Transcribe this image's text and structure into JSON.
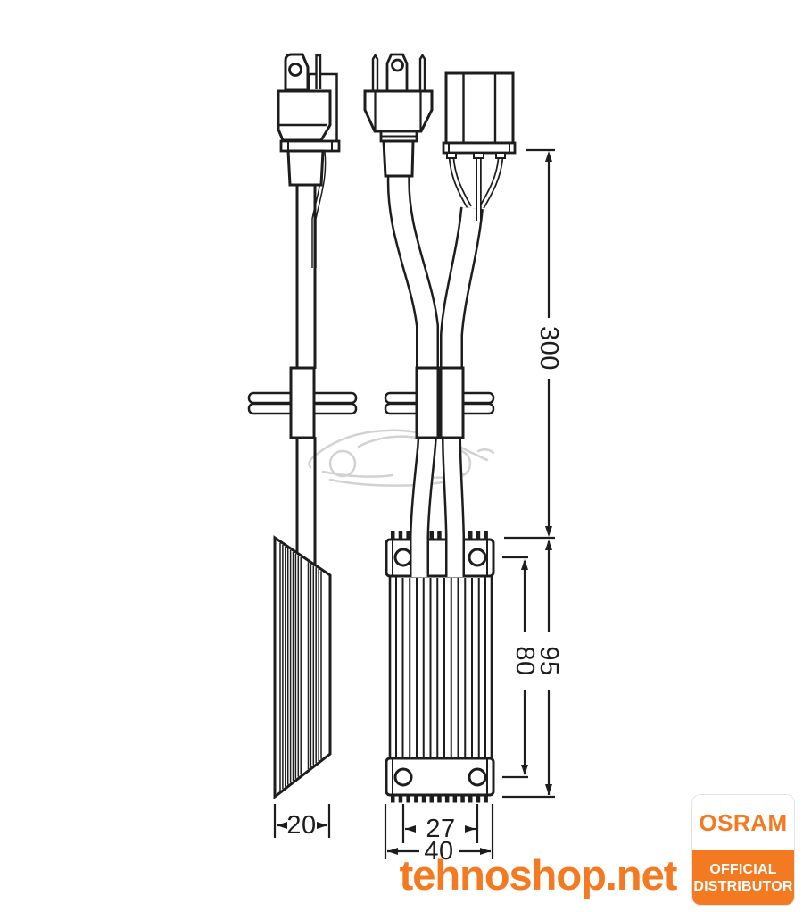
{
  "dimensions": {
    "cable_length_mm": "300",
    "unit_total_height_mm": "95",
    "mount_hole_height_mm": "80",
    "side_view_width_mm": "20",
    "mount_hole_spacing_mm": "27",
    "unit_width_mm": "40"
  },
  "watermark": {
    "site_name": "tehnoshop.net"
  },
  "distributor_badge": {
    "brand": "OSRAM",
    "label_line1": "OFFICIAL",
    "label_line2": "DISTRIBUTOR"
  },
  "colors": {
    "accent_orange": "#f37a21",
    "line_color": "#1d1d1d",
    "watermark_gray": "#d2d2d2"
  }
}
